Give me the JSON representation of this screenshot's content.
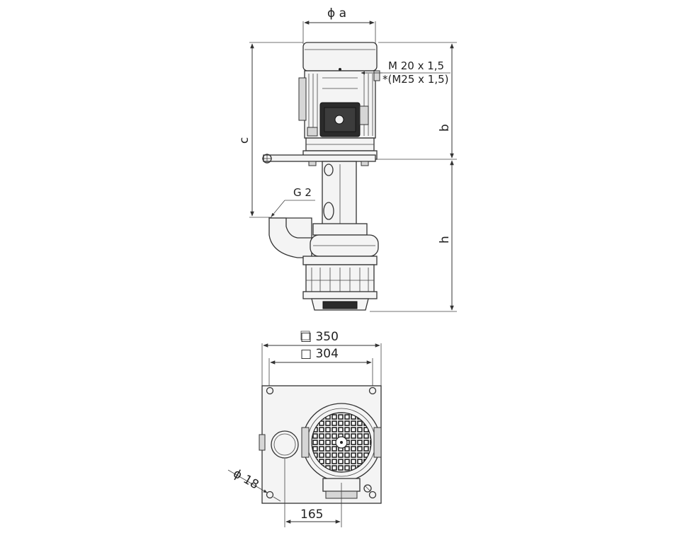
{
  "side_view": {
    "dim_a": "ϕ a",
    "thread_main": "M 20 x 1,5",
    "thread_alt": "*(M25 x 1,5)",
    "dim_b": "b",
    "dim_c": "c",
    "dim_h": "h",
    "inlet": "G 2"
  },
  "top_view": {
    "square_350": "□ 350",
    "square_304": "□ 304",
    "hole_diameter": "ϕ 18",
    "offset_165": "165"
  }
}
